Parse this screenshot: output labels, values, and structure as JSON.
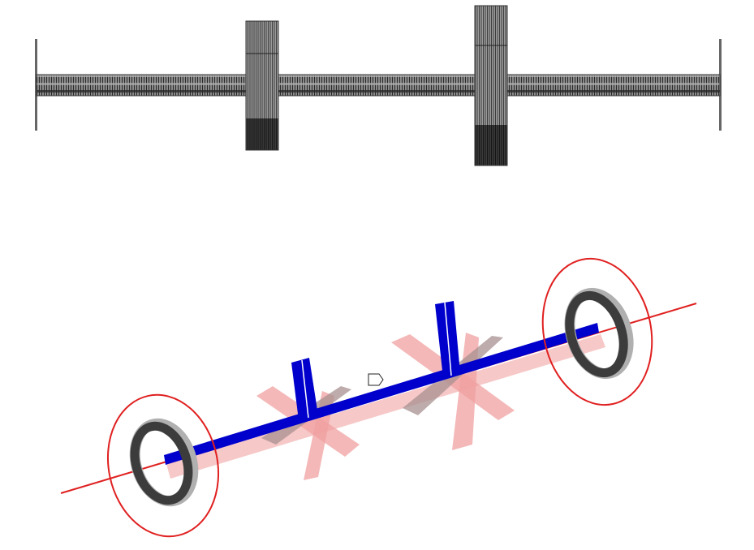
{
  "figure": {
    "panels": [
      {
        "view": "side-elevation",
        "description_none": ""
      },
      {
        "view": "isometric",
        "description_none": ""
      }
    ],
    "components": {
      "shaft": "shaft",
      "disks": [
        "disk-1",
        "disk-2"
      ],
      "bearings": [
        "bearing-left",
        "bearing-right"
      ]
    },
    "colors": {
      "background": "#ffffff",
      "mesh_dark": "#3a3a3a",
      "mesh_mid": "#7a7a7a",
      "shaft_blue": "#0000cc",
      "axis_red": "#e02020",
      "mode_pink": "#f0a0a0",
      "mode_grey": "#b4a0a0",
      "ring_grey": "#3c3c3c"
    }
  }
}
